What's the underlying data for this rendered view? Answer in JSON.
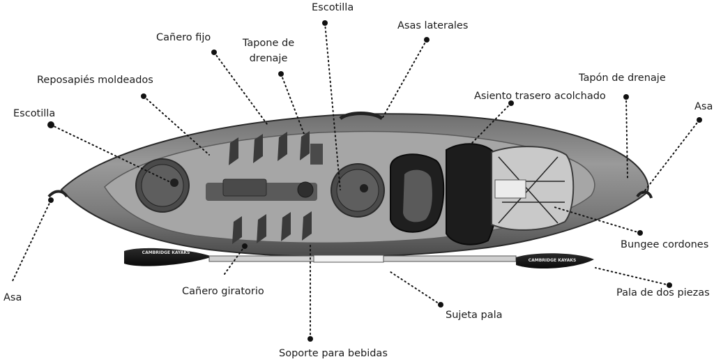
{
  "labels": {
    "escotilla_top": "Escotilla",
    "asas_laterales": "Asas laterales",
    "canero_fijo": "Cañero fijo",
    "tapone_drenaje": "Tapone de\ndrenaje",
    "reposapies": "Reposapiés moldeados",
    "tapon_drenaje": "Tapón de drenaje",
    "asiento": "Asiento trasero acolchado",
    "escotilla_left": "Escotilla",
    "asa_right": "Asa",
    "bungee": "Bungee cordones",
    "asa_left": "Asa",
    "canero_giratorio": "Cañero giratorio",
    "pala_dos_piezas": "Pala de dos piezas",
    "sujeta_pala": "Sujeta pala",
    "soporte_bebidas": "Soporte para bebidas"
  },
  "paddle_brand": "CAMBRIDGE KAYAKS",
  "colors": {
    "hull": "#8a8a8a",
    "hull_dark": "#3d3d3d",
    "deck": "#b8b8b8",
    "seat": "#1f1f1f",
    "leader": "#111111"
  }
}
